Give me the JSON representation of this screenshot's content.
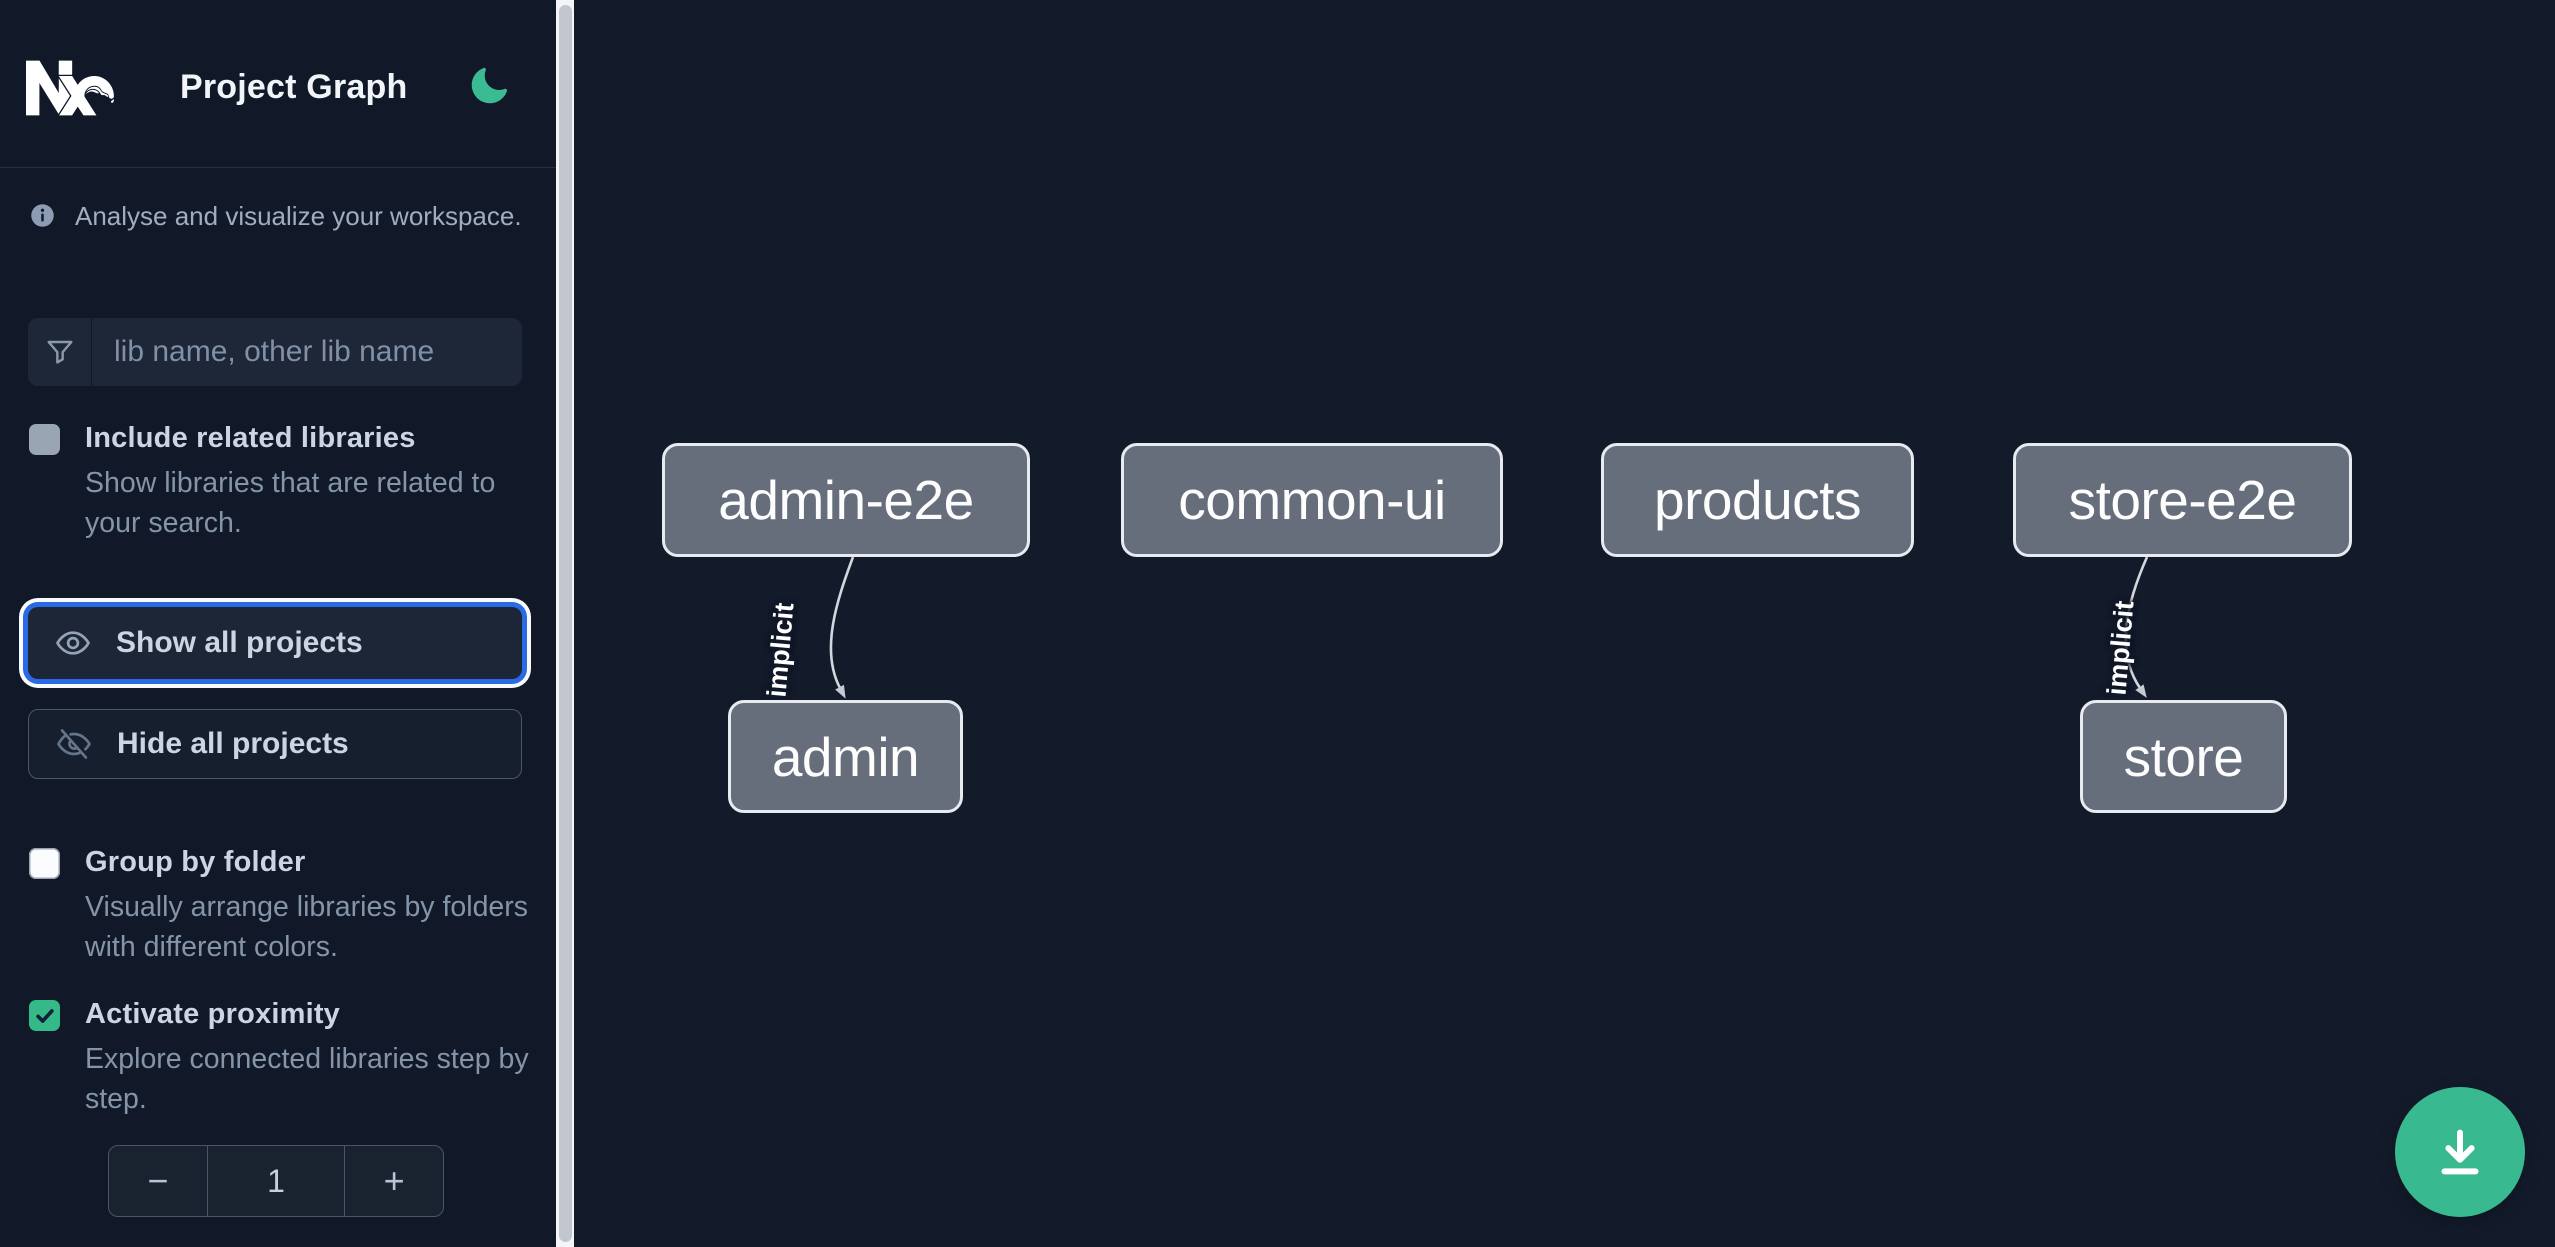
{
  "header": {
    "title": "Project Graph"
  },
  "intro": {
    "text": "Analyse and visualize your workspace."
  },
  "filter": {
    "placeholder": "lib name, other lib name",
    "value": ""
  },
  "options": {
    "related": {
      "label": "Include related libraries",
      "description": "Show libraries that are related to your search.",
      "checked": false
    },
    "folder": {
      "label": "Group by folder",
      "description": "Visually arrange libraries by folders with different colors.",
      "checked": false
    },
    "proximity": {
      "label": "Activate proximity",
      "description": "Explore connected libraries step by step.",
      "checked": true
    }
  },
  "actions": {
    "show_all": "Show all projects",
    "hide_all": "Hide all projects"
  },
  "stepper": {
    "decrement": "−",
    "value": "1",
    "increment": "+"
  },
  "graph": {
    "nodes": [
      {
        "label": "admin-e2e"
      },
      {
        "label": "common-ui"
      },
      {
        "label": "products"
      },
      {
        "label": "store-e2e"
      },
      {
        "label": "admin"
      },
      {
        "label": "store"
      }
    ],
    "edges": [
      {
        "source": "admin-e2e",
        "target": "admin",
        "label": "implicit"
      },
      {
        "source": "store-e2e",
        "target": "store",
        "label": "implicit"
      }
    ]
  },
  "fab": {
    "icon": "download-icon"
  },
  "colors": {
    "accent_green": "#38b98f",
    "focus_blue": "#2a6ae4",
    "node_fill": "#666d7b",
    "node_border": "#e7eaee",
    "edge": "#d3d7dd"
  }
}
